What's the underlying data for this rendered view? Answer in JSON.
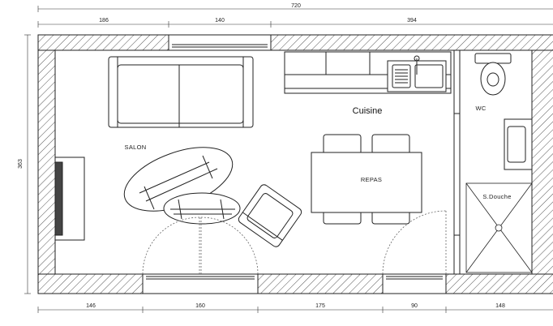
{
  "plan": {
    "dimensions": {
      "overall_width": "720",
      "top": [
        "186",
        "140",
        "394"
      ],
      "left_height": "363",
      "bottom": [
        "146",
        "160",
        "175",
        "90",
        "148"
      ]
    },
    "rooms": {
      "salon": "SALON",
      "cuisine": "Cuisine",
      "repas": "REPAS",
      "wc": "WC",
      "douche": "S.Douche"
    },
    "colors": {
      "line": "#222222",
      "hatch": "#555555",
      "background": "#ffffff"
    }
  }
}
